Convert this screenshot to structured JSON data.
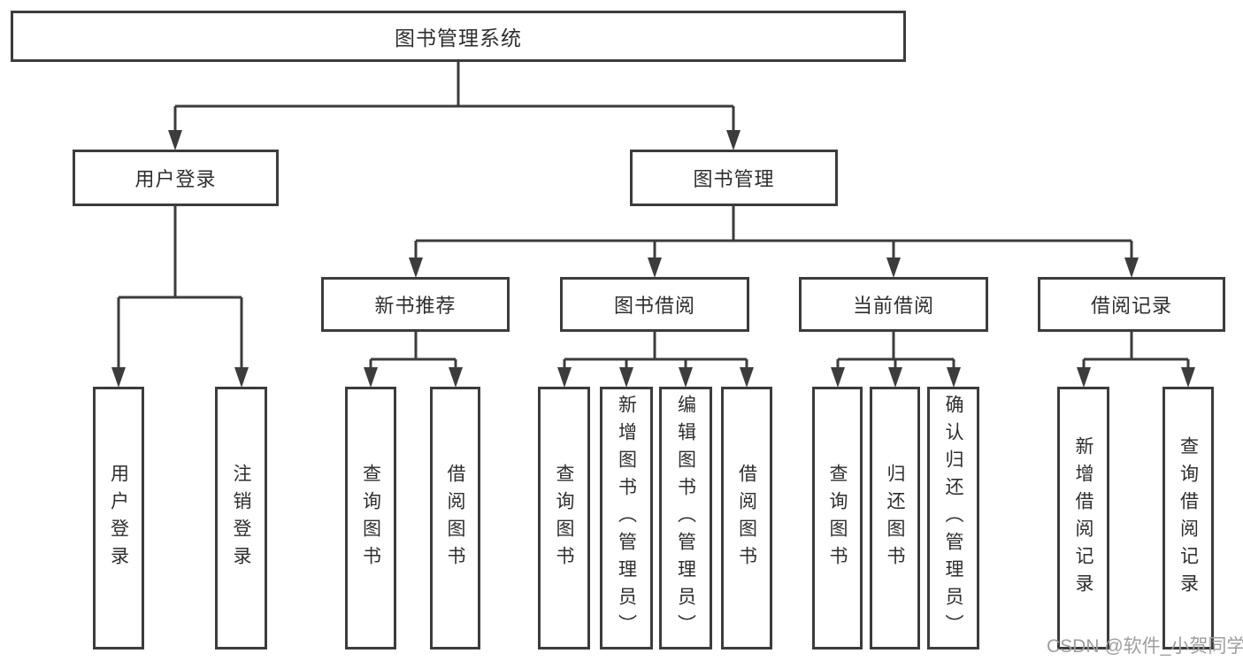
{
  "diagram": {
    "root": {
      "label": "图书管理系统"
    },
    "level2": [
      {
        "label": "用户登录"
      },
      {
        "label": "图书管理"
      }
    ],
    "level3": [
      {
        "label": "新书推荐"
      },
      {
        "label": "图书借阅"
      },
      {
        "label": "当前借阅"
      },
      {
        "label": "借阅记录"
      }
    ],
    "leaves": [
      {
        "label": "用户登录"
      },
      {
        "label": "注销登录"
      },
      {
        "label": "查询图书"
      },
      {
        "label": "借阅图书"
      },
      {
        "label": "查询图书"
      },
      {
        "label": "新增图书（管理员）"
      },
      {
        "label": "编辑图书（管理员）"
      },
      {
        "label": "借阅图书"
      },
      {
        "label": "查询图书"
      },
      {
        "label": "归还图书"
      },
      {
        "label": "确认归还（管理员）"
      },
      {
        "label": "新增借阅记录"
      },
      {
        "label": "查询借阅记录"
      }
    ]
  },
  "watermark": {
    "text": "CSDN @软件_小贺同学"
  },
  "colors": {
    "line": "#3c3c3c",
    "box_border": "#3c3c3c",
    "text": "#2e2e2e",
    "watermark": "#9e9e9e",
    "background": "#ffffff"
  }
}
